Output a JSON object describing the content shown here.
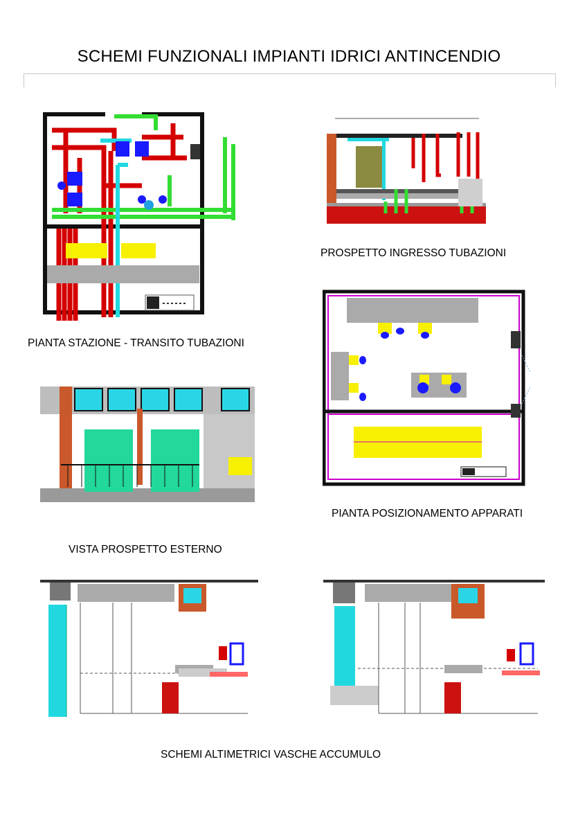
{
  "document": {
    "title": "SCHEMI FUNZIONALI IMPIANTI IDRICI ANTINCENDIO"
  },
  "figures": [
    {
      "id": "pianta-stazione",
      "caption": "PIANTA STAZIONE - TRANSITO TUBAZIONI"
    },
    {
      "id": "prospetto-ingresso",
      "caption": "PROSPETTO INGRESSO TUBAZIONI"
    },
    {
      "id": "pianta-posizionamento",
      "caption": "PIANTA POSIZIONAMENTO APPARATI"
    },
    {
      "id": "vista-prospetto",
      "caption": "VISTA PROSPETTO ESTERNO"
    },
    {
      "id": "schemi-altimetrici",
      "caption": "SCHEMI ALTIMETRICI VASCHE ACCUMULO"
    }
  ],
  "colors": {
    "pipe_red": "#d40000",
    "pipe_green": "#33dd33",
    "pipe_cyan": "#22d8e0",
    "wall_black": "#111111",
    "brick": "#c9582a",
    "equipment_yellow": "#f7f000",
    "equipment_gray": "#aaaaaa",
    "pump_blue": "#1a1aff",
    "room_magenta": "#cc00cc",
    "ground_red": "#cc1111",
    "olive": "#8a8a40"
  }
}
